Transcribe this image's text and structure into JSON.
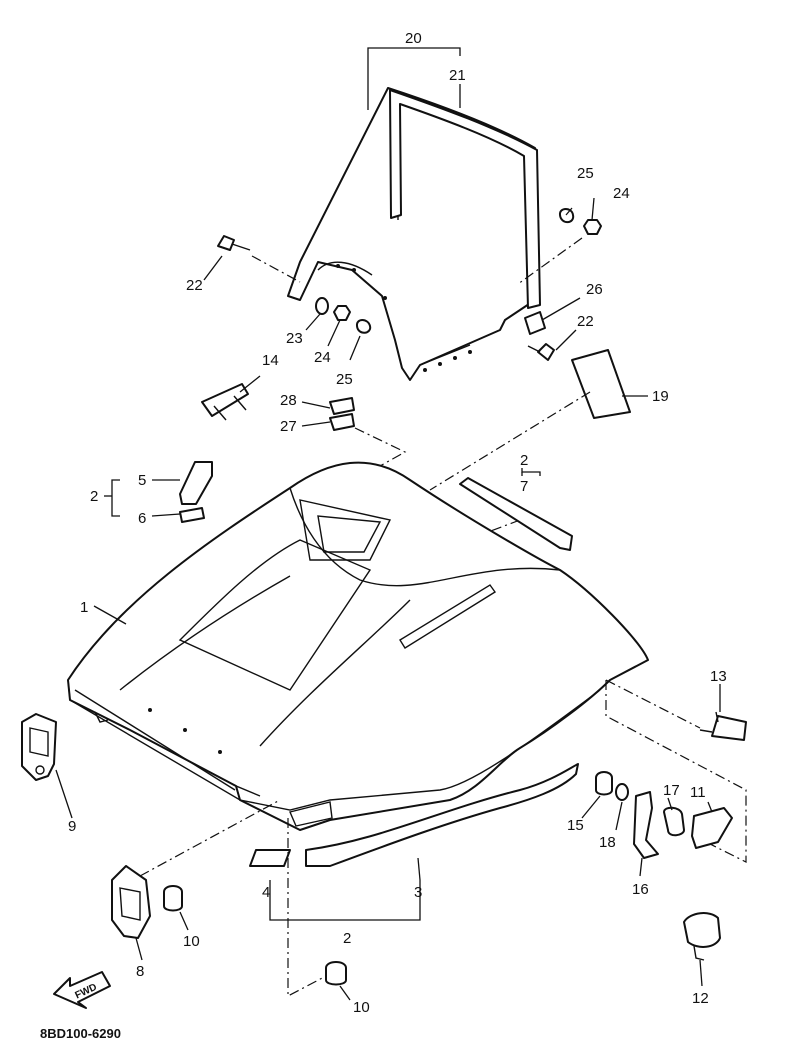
{
  "figure_code": "8BD100-6290",
  "forward_label": "FWD",
  "callouts": {
    "c1": "1",
    "c2_left": "2",
    "c2_top": "2",
    "c2_bottom": "2",
    "c3": "3",
    "c4": "4",
    "c5": "5",
    "c6": "6",
    "c7": "7",
    "c8": "8",
    "c9": "9",
    "c10_a": "10",
    "c10_b": "10",
    "c11": "11",
    "c12": "12",
    "c13": "13",
    "c14": "14",
    "c15": "15",
    "c16": "16",
    "c17": "17",
    "c18": "18",
    "c19": "19",
    "c20": "20",
    "c21": "21",
    "c22_a": "22",
    "c22_b": "22",
    "c23": "23",
    "c24_a": "24",
    "c24_b": "24",
    "c25_a": "25",
    "c25_b": "25",
    "c26": "26",
    "c27": "27",
    "c28": "28"
  }
}
